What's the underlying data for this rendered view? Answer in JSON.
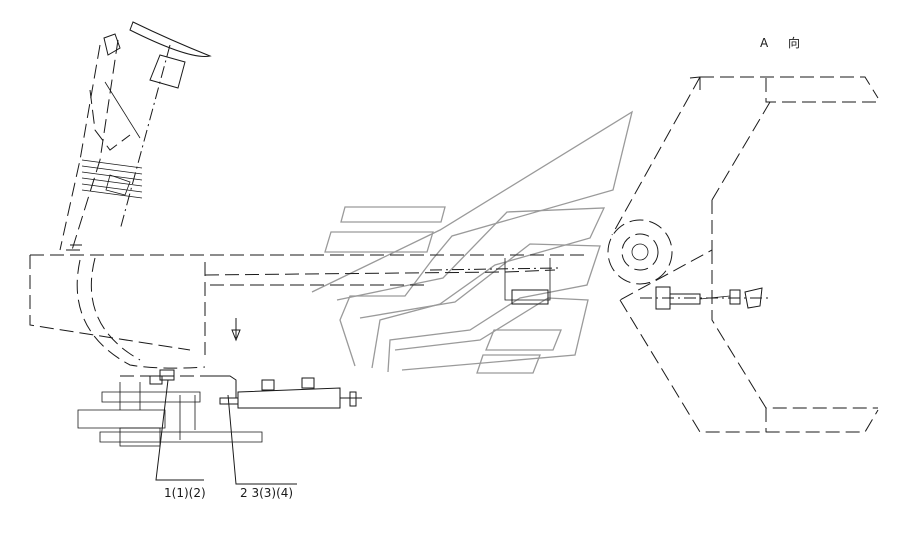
{
  "view": {
    "letter": "A",
    "direction": "向"
  },
  "callouts": [
    {
      "text": "1(1)(2)"
    },
    {
      "text": "2 3(3)(4)"
    }
  ]
}
